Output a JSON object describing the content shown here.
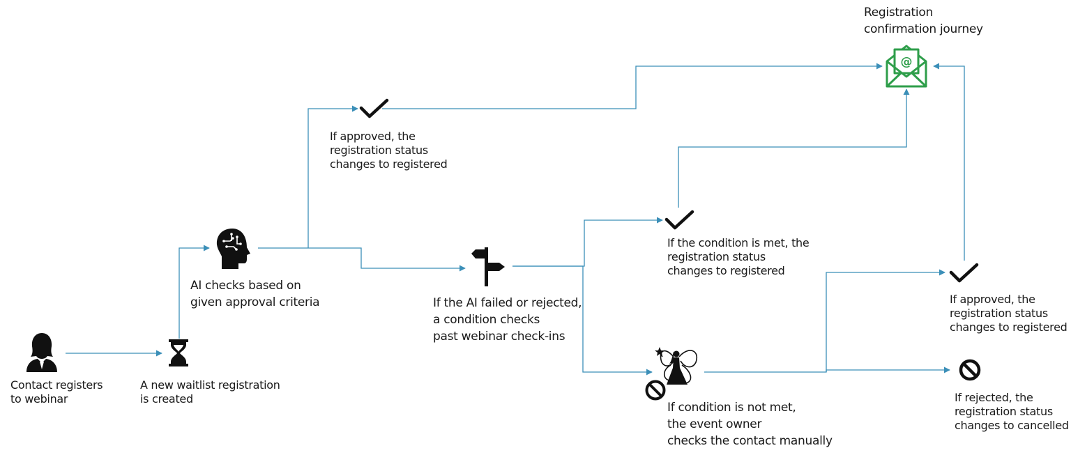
{
  "nodes": {
    "contact": {
      "lines": [
        "Contact registers",
        "to webinar"
      ],
      "icon": "person-icon"
    },
    "waitlist": {
      "lines": [
        "A new waitlist registration",
        "is created"
      ],
      "icon": "hourglass-icon"
    },
    "ai_check": {
      "lines": [
        "AI checks based on",
        "given approval criteria"
      ],
      "icon": "ai-head-icon"
    },
    "ai_approved": {
      "lines": [
        "If approved, the",
        "registration status",
        "changes to registered"
      ],
      "icon": "checkmark-icon"
    },
    "condition": {
      "lines": [
        "If the AI failed or rejected,",
        "a condition checks",
        "past webinar check-ins"
      ],
      "icon": "signpost-icon"
    },
    "condition_met": {
      "lines": [
        "If the condition is met, the",
        "registration status",
        "changes to registered"
      ],
      "icon": "checkmark-icon"
    },
    "manual_check": {
      "lines": [
        "If condition is not met,",
        "the event owner",
        "checks the contact manually"
      ],
      "icon": "fairy-icon"
    },
    "manual_approved": {
      "lines": [
        "If approved, the",
        "registration status",
        "changes to registered"
      ],
      "icon": "checkmark-icon"
    },
    "manual_rejected": {
      "lines": [
        "If rejected, the",
        "registration status",
        "changes to cancelled"
      ],
      "icon": "ban-icon"
    },
    "confirmation": {
      "lines": [
        "Registration",
        "confirmation journey"
      ],
      "icon": "email-at-icon"
    }
  },
  "colors": {
    "connector": "#3b8fb8",
    "email_icon": "#2e9e4a",
    "icon": "#111111",
    "text": "#1a1a1a"
  }
}
